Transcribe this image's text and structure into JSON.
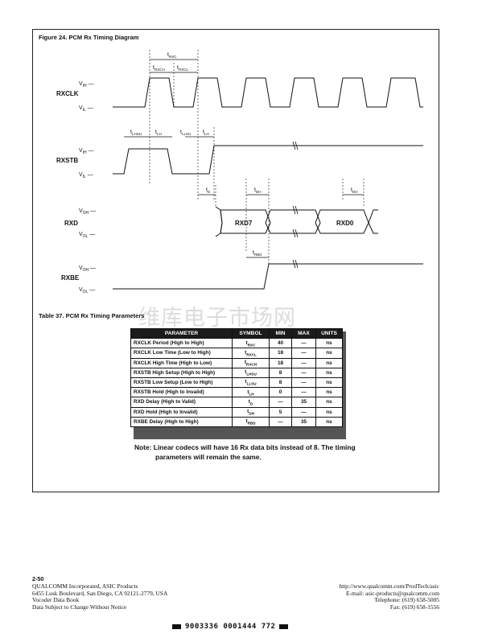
{
  "figure": {
    "title": "Figure 24.  PCM Rx Timing Diagram",
    "signals": [
      "RXCLK",
      "RXSTB",
      "RXD",
      "RXBE"
    ],
    "levels": {
      "rxclk_high": "V",
      "rxclk_high_sub": "IH",
      "rxclk_low": "V",
      "rxclk_low_sub": "IL",
      "rxstb_high": "V",
      "rxstb_high_sub": "IH",
      "rxstb_low": "V",
      "rxstb_low_sub": "IL",
      "rxd_high": "V",
      "rxd_high_sub": "OH",
      "rxd_low": "V",
      "rxd_low_sub": "OL",
      "rxbe_high": "V",
      "rxbe_high_sub": "OH",
      "rxbe_low": "V",
      "rxbe_low_sub": "OL"
    },
    "timing_labels": {
      "t": "t",
      "rxc": "RXC",
      "rxch": "RXCH",
      "rxcl": "RXCL",
      "lhsu": "LHSU",
      "lh": "LH",
      "llsu": "LLSU",
      "lh2": "LH",
      "d": "D",
      "dh": "DH",
      "dh2": "DH",
      "rbd": "RBD"
    },
    "data_labels": [
      "RXD7",
      "RXD0"
    ]
  },
  "table": {
    "title": "Table 37.  PCM Rx Timing Parameters",
    "headers": [
      "PARAMETER",
      "SYMBOL",
      "MIN",
      "MAX",
      "UNITS"
    ],
    "rows": [
      {
        "parameter": "RXCLK Period (High to High)",
        "symbol": "t",
        "symbol_sub": "RXC",
        "min": "40",
        "max": "—",
        "units": "ns"
      },
      {
        "parameter": "RXCLK Low Time (Low to High)",
        "symbol": "t",
        "symbol_sub": "RXCL",
        "min": "18",
        "max": "—",
        "units": "ns"
      },
      {
        "parameter": "RXCLK High Time (High to Low)",
        "symbol": "t",
        "symbol_sub": "RXCH",
        "min": "18",
        "max": "—",
        "units": "ns"
      },
      {
        "parameter": "RXSTB High Setup (High to High)",
        "symbol": "t",
        "symbol_sub": "LHSU",
        "min": "8",
        "max": "—",
        "units": "ns"
      },
      {
        "parameter": "RXSTB Low Setup (Low to High)",
        "symbol": "t",
        "symbol_sub": "LLSU",
        "min": "8",
        "max": "—",
        "units": "ns"
      },
      {
        "parameter": "RXSTB Hold (High to Invalid)",
        "symbol": "t",
        "symbol_sub": "LH",
        "min": "0",
        "max": "—",
        "units": "ns"
      },
      {
        "parameter": "RXD Delay (High to Valid)",
        "symbol": "t",
        "symbol_sub": "D",
        "min": "—",
        "max": "35",
        "units": "ns"
      },
      {
        "parameter": "RXD Hold (High to Invalid)",
        "symbol": "t",
        "symbol_sub": "DH",
        "min": "5",
        "max": "—",
        "units": "ns"
      },
      {
        "parameter": "RXBE Delay (High to High)",
        "symbol": "t",
        "symbol_sub": "RBD",
        "min": "—",
        "max": "35",
        "units": "ns"
      }
    ],
    "note_line1": "Note:  Linear codecs will have 16 Rx data bits instead of 8.  The timing",
    "note_line2": "parameters will remain the same."
  },
  "watermark": "维库电子市场网",
  "footer": {
    "page_number": "2-50",
    "left": [
      "QUALCOMM Incorporated, ASIC Products",
      "6455 Lusk Boulevard, San Diego, CA  92121-2779, USA",
      "Vocoder Data Book",
      "Data Subject to Change Without Notice"
    ],
    "right": [
      "http://www.qualcomm.com/ProdTech/asic",
      "E-mail:  asic-products@qualcomm.com",
      "Telephone: (619) 658-5005",
      "Fax: (619) 658-1556"
    ]
  },
  "barcode": "9003336 0001444 772"
}
